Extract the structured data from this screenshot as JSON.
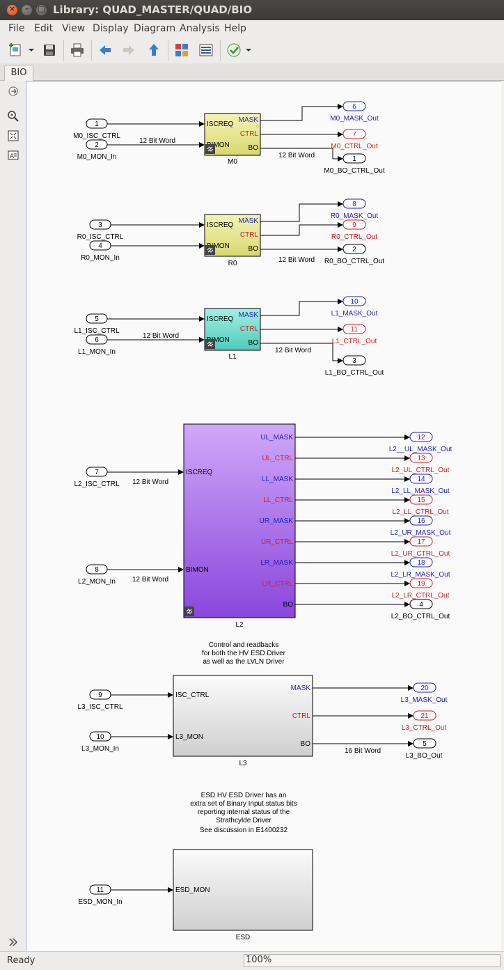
{
  "window": {
    "title": "Library: QUAD_MASTER/QUAD/BIO"
  },
  "menu": [
    "File",
    "Edit",
    "View",
    "Display",
    "Diagram",
    "Analysis",
    "Help"
  ],
  "tab": {
    "label": "BIO"
  },
  "status": {
    "text": "Ready",
    "zoom": "100%"
  },
  "colors": {
    "mask_port": "#1f1fb8",
    "ctrl_port": "#d01c1c",
    "block_m0": "#eeee9a",
    "block_l1": "#7fe2d4",
    "block_l2": "#a76ff0",
    "block_l3": "#e9e9e9"
  },
  "blocks": {
    "m0": {
      "name": "M0",
      "in_ports": [
        "ISCREQ",
        "BIMON"
      ],
      "out_ports": [
        "MASK",
        "CTRL",
        "BO"
      ]
    },
    "r0": {
      "name": "R0",
      "in_ports": [
        "ISCREQ",
        "BIMON"
      ],
      "out_ports": [
        "MASK",
        "CTRL",
        "BO"
      ]
    },
    "l1": {
      "name": "L1",
      "in_ports": [
        "ISCREQ",
        "BIMON"
      ],
      "out_ports": [
        "MASK",
        "CTRL",
        "BO"
      ]
    },
    "l2": {
      "name": "L2",
      "in_ports": [
        "ISCREQ",
        "BIMON"
      ],
      "out_ports": [
        "UL_MASK",
        "UL_CTRL",
        "LL_MASK",
        "LL_CTRL",
        "UR_MASK",
        "UR_CTRL",
        "LR_MASK",
        "LR_CTRL",
        "BO"
      ]
    },
    "l3": {
      "name": "L3",
      "in_ports": [
        "ISC_CTRL",
        "L3_MON"
      ],
      "out_ports": [
        "MASK",
        "CTRL",
        "BO"
      ]
    },
    "esd": {
      "name": "ESD",
      "in_ports": [
        "ESD_MON"
      ],
      "out_ports": []
    }
  },
  "inports": [
    {
      "num": "1",
      "label": "M0_ISC_CTRL"
    },
    {
      "num": "2",
      "label": "M0_MON_In"
    },
    {
      "num": "3",
      "label": "R0_ISC_CTRL"
    },
    {
      "num": "4",
      "label": "R0_MON_In"
    },
    {
      "num": "5",
      "label": "L1_ISC_CTRL"
    },
    {
      "num": "6",
      "label": "L1_MON_In"
    },
    {
      "num": "7",
      "label": "L2_ISC_CTRL"
    },
    {
      "num": "8",
      "label": "L2_MON_In"
    },
    {
      "num": "9",
      "label": "L3_ISC_CTRL"
    },
    {
      "num": "10",
      "label": "L3_MON_In"
    },
    {
      "num": "11",
      "label": "ESD_MON_In"
    }
  ],
  "outports": [
    {
      "num": "6",
      "label": "M0_MASK_Out"
    },
    {
      "num": "7",
      "label": "M0_CTRL_Out"
    },
    {
      "num": "1",
      "label": "M0_BO_CTRL_Out"
    },
    {
      "num": "8",
      "label": "R0_MASK_Out"
    },
    {
      "num": "9",
      "label": "R0_CTRL_Out"
    },
    {
      "num": "2",
      "label": "R0_BO_CTRL_Out"
    },
    {
      "num": "10",
      "label": "L1_MASK_Out"
    },
    {
      "num": "11",
      "label": "L1_CTRL_Out"
    },
    {
      "num": "3",
      "label": "L1_BO_CTRL_Out"
    },
    {
      "num": "12",
      "label": "L2__UL_MASK_Out"
    },
    {
      "num": "13",
      "label": "L2_UL_CTRL_Out"
    },
    {
      "num": "14",
      "label": "L2_LL_MASK_Out"
    },
    {
      "num": "15",
      "label": "L2_LL_CTRL_Out"
    },
    {
      "num": "16",
      "label": "L2_UR_MASK_Out"
    },
    {
      "num": "17",
      "label": "L2_UR_CTRL_Out"
    },
    {
      "num": "18",
      "label": "L2_LR_MASK_Out"
    },
    {
      "num": "19",
      "label": "L2_LR_CTRL_Out"
    },
    {
      "num": "4",
      "label": "L2_BO_CTRL_Out"
    },
    {
      "num": "20",
      "label": "L3_MASK_Out"
    },
    {
      "num": "21",
      "label": "L3_CTRL_Out"
    },
    {
      "num": "5",
      "label": "L3_BO_Out"
    }
  ],
  "signal_labels": {
    "bits12": "12 Bit Word",
    "bits16": "16 Bit Word"
  },
  "annotations": {
    "l3_note": [
      "Control and readbacks",
      "for both the HV ESD Driver",
      "as well as the LVLN Driver"
    ],
    "esd_note": [
      "ESD HV ESD Driver has an",
      "extra set of Binary Input status bits",
      "reporting internal status of the",
      "Strathcylde Driver",
      "See discussion in E1400232"
    ]
  }
}
